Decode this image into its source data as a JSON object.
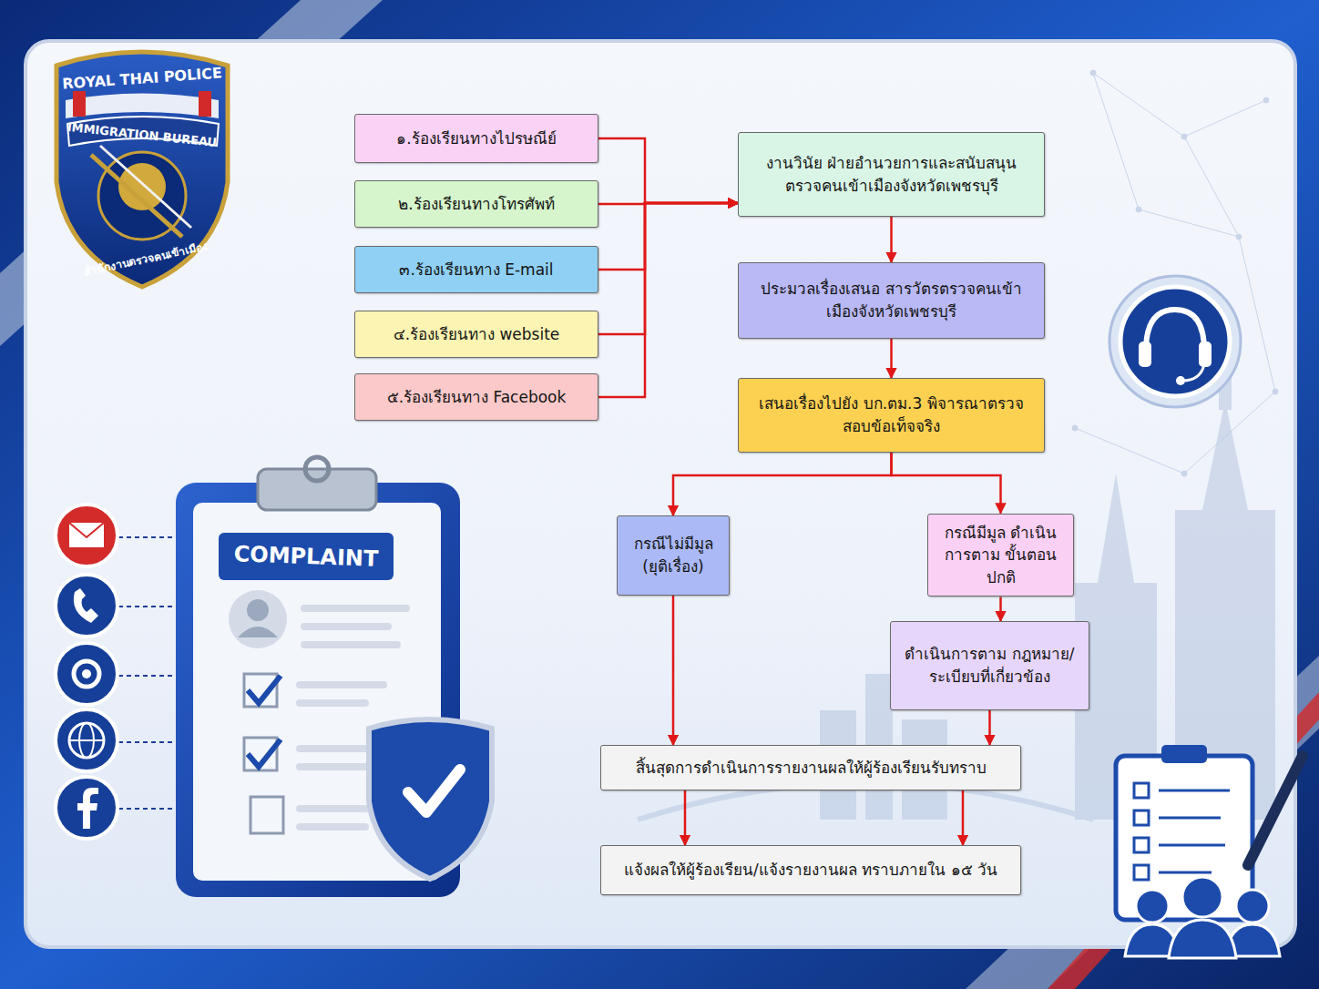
{
  "diagram": {
    "nodes": [
      {
        "text": [
          "๑.ร้องเรียนทางไปรษณีย์"
        ]
      },
      {
        "text": [
          "๒.ร้องเรียนทางโทรศัพท์"
        ]
      },
      {
        "text": [
          "๓.ร้องเรียนทาง E-mail"
        ]
      },
      {
        "text": [
          "๔.ร้องเรียนทาง website"
        ]
      },
      {
        "text": [
          "๕.ร้องเรียนทาง Facebook"
        ]
      },
      {
        "text": [
          "งานวินัย ฝ่ายอำนวยการและสนับสนุน ตรวจคนเข้าเมืองจังหวัดเพชรบุรี"
        ]
      },
      {
        "text": [
          "ประมวลเรื่องเสนอ สารวัตรตรวจคนเข้าเมืองจังหวัดเพชรบุรี"
        ]
      },
      {
        "text": [
          "เสนอเรื่องไปยัง บก.ตม.3 พิจารณาตรวจสอบข้อเท็จจริง"
        ]
      },
      {
        "text": [
          "กรณีไม่มีมูล (ยุติเรื่อง)"
        ]
      },
      {
        "text": [
          "กรณีมีมูล ดำเนินการตาม ขั้นตอนปกติ"
        ]
      },
      {
        "text": [
          "ดำเนินการตาม กฎหมาย/ระเบียบที่เกี่ยวข้อง"
        ]
      },
      {
        "text": [
          "สิ้นสุดการดำเนินการรายงานผลให้ผู้ร้องเรียนรับทราบ"
        ]
      },
      {
        "text": [
          "แจ้งผลให้ผู้ร้องเรียน/แจ้งรายงานผล ทราบภายใน ๑๕ วัน"
        ]
      }
    ],
    "edges": [
      {
        "from": 0,
        "to": 5,
        "arrow": "to"
      },
      {
        "from": 1,
        "to": 5,
        "arrow": "to"
      },
      {
        "from": 2,
        "to": 5,
        "arrow": "to"
      },
      {
        "from": 3,
        "to": 5,
        "arrow": "to"
      },
      {
        "from": 4,
        "to": 5,
        "arrow": "to"
      },
      {
        "from": 5,
        "to": 6,
        "arrow": "to"
      },
      {
        "from": 6,
        "to": 7,
        "arrow": "to"
      },
      {
        "from": 7,
        "to": 8,
        "arrow": "to"
      },
      {
        "from": 7,
        "to": 9,
        "arrow": "to"
      },
      {
        "from": 9,
        "to": 10,
        "arrow": "to"
      },
      {
        "from": 8,
        "to": 11,
        "arrow": "to"
      },
      {
        "from": 10,
        "to": 11,
        "arrow": "to"
      },
      {
        "from": 11,
        "to": 12,
        "arrow": "to"
      },
      {
        "from": 11,
        "to": 12,
        "arrow": "to"
      }
    ],
    "labels": [
      "ROYAL THAI POLICE",
      "IMMIGRATION BUREAU",
      "สำนักงานตรวจคนเข้าเมือง",
      "COMPLAINT"
    ]
  }
}
